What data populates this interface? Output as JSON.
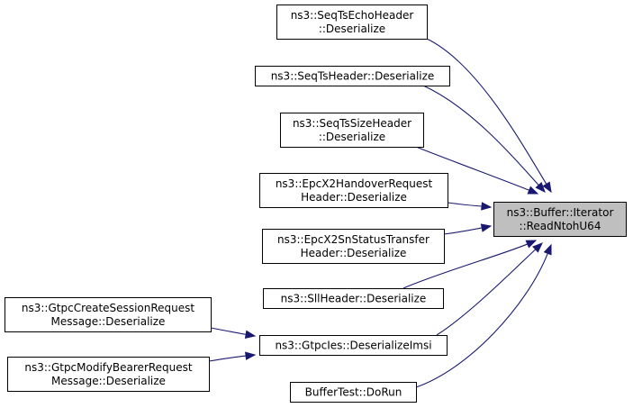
{
  "graph": {
    "target": {
      "id": "target",
      "lines": [
        "ns3::Buffer::Iterator",
        "::ReadNtohU64"
      ]
    },
    "nodes": [
      {
        "id": "seqts_echo",
        "lines": [
          "ns3::SeqTsEchoHeader",
          "::Deserialize"
        ]
      },
      {
        "id": "seqts",
        "lines": [
          "ns3::SeqTsHeader::Deserialize"
        ]
      },
      {
        "id": "seqts_size",
        "lines": [
          "ns3::SeqTsSizeHeader",
          "::Deserialize"
        ]
      },
      {
        "id": "epc_handover",
        "lines": [
          "ns3::EpcX2HandoverRequest",
          "Header::Deserialize"
        ]
      },
      {
        "id": "epc_sn",
        "lines": [
          "ns3::EpcX2SnStatusTransfer",
          "Header::Deserialize"
        ]
      },
      {
        "id": "sll",
        "lines": [
          "ns3::SllHeader::Deserialize"
        ]
      },
      {
        "id": "gtpc_imsi",
        "lines": [
          "ns3::GtpcIes::DeserializeImsi"
        ]
      },
      {
        "id": "buffertest",
        "lines": [
          "BufferTest::DoRun"
        ]
      },
      {
        "id": "gtpc_create",
        "lines": [
          "ns3::GtpcCreateSessionRequest",
          "Message::Deserialize"
        ]
      },
      {
        "id": "gtpc_modify",
        "lines": [
          "ns3::GtpcModifyBearerRequest",
          "Message::Deserialize"
        ]
      }
    ],
    "edges": [
      {
        "from": "seqts_echo",
        "to": "target"
      },
      {
        "from": "seqts",
        "to": "target"
      },
      {
        "from": "seqts_size",
        "to": "target"
      },
      {
        "from": "epc_handover",
        "to": "target"
      },
      {
        "from": "epc_sn",
        "to": "target"
      },
      {
        "from": "sll",
        "to": "target"
      },
      {
        "from": "gtpc_imsi",
        "to": "target"
      },
      {
        "from": "buffertest",
        "to": "target"
      },
      {
        "from": "gtpc_create",
        "to": "gtpc_imsi"
      },
      {
        "from": "gtpc_modify",
        "to": "gtpc_imsi"
      }
    ],
    "colors": {
      "edge": "#191970",
      "target_fill": "#bfbfbf",
      "node_fill": "#ffffff"
    }
  }
}
